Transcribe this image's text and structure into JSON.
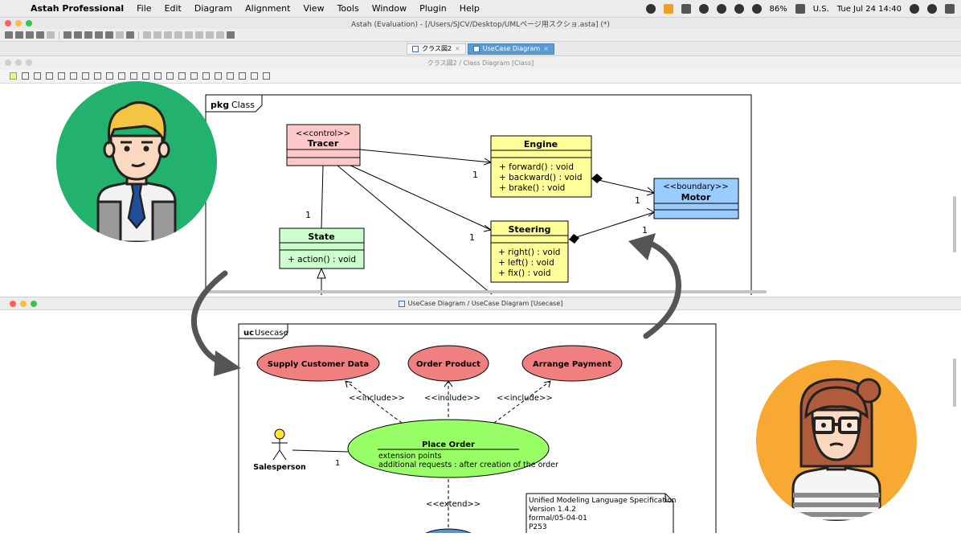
{
  "menubar": {
    "app_name": "Astah Professional",
    "items": [
      "File",
      "Edit",
      "Diagram",
      "Alignment",
      "View",
      "Tools",
      "Window",
      "Plugin",
      "Help"
    ],
    "battery": "86%",
    "input_source": "U.S.",
    "clock": "Tue Jul 24  14:40"
  },
  "window": {
    "title": "Astah (Evaluation) - [/Users/SJCV/Desktop/UMLページ用スクショ.asta] (*)"
  },
  "tabs": [
    {
      "label": "クラス図2",
      "active": false
    },
    {
      "label": "UseCase Diagram",
      "active": true
    }
  ],
  "class_pane": {
    "breadcrumb": "クラス図2 / Class Diagram [Class]",
    "frame_kind": "pkg",
    "frame_name": "Class",
    "tracer": {
      "stereotype": "<<control>>",
      "name": "Tracer"
    },
    "engine": {
      "name": "Engine",
      "ops": [
        "+ forward() : void",
        "+ backward() : void",
        "+ brake() : void"
      ]
    },
    "motor": {
      "stereotype": "<<boundary>>",
      "name": "Motor"
    },
    "state": {
      "name": "State",
      "ops": [
        "+ action() : void"
      ]
    },
    "steering": {
      "name": "Steering",
      "ops": [
        "+ right() : void",
        "+ left() : void",
        "+ fix() : void"
      ]
    },
    "multiplicities": {
      "engine": "1",
      "tracer_state": "1",
      "steering": "1",
      "motor_engine": "1",
      "motor_steering": "1"
    }
  },
  "usecase_pane": {
    "breadcrumb": "UseCase Diagram / UseCase Diagram [Usecase]",
    "frame_kind": "uc",
    "frame_name": "Usecase",
    "usecases": [
      "Supply Customer Data",
      "Order Product",
      "Arrange Payment"
    ],
    "include_label": "<<include>>",
    "extend_label": "<<extend>>",
    "place_order": {
      "name": "Place Order",
      "lines": [
        "extension points",
        "additional requests : after creation of the order"
      ]
    },
    "actor": "Salesperson",
    "actor_multiplicity": "1",
    "note": [
      "Unified Modeling Language Specification",
      "Version 1.4.2",
      "formal/05-04-01",
      "P253"
    ]
  },
  "colors": {
    "tracer_fill": "#ffc8c8",
    "class_fill": "#ffff99",
    "motor_fill": "#99ccff",
    "state_fill": "#ccffcc",
    "usecase_fill": "#f08080",
    "place_order_fill": "#99ff66",
    "avatar_left_bg": "#23b26d",
    "avatar_right_bg": "#f7a934",
    "arrow": "#555555"
  }
}
